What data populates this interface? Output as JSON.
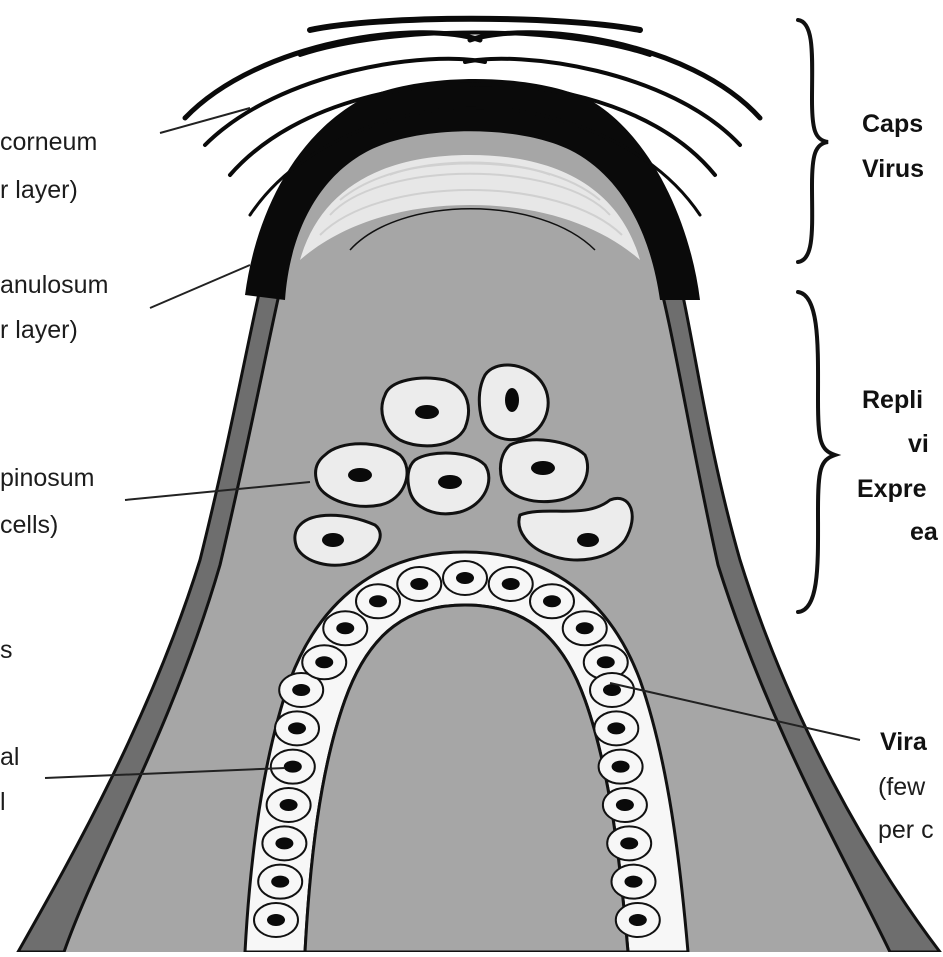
{
  "left_labels": {
    "corneum_1": "corneum",
    "corneum_2": "r layer)",
    "granulosum_1": "anulosum",
    "granulosum_2": "r layer)",
    "spinosum_1": "pinosum",
    "spinosum_2": " cells)",
    "partial_s": "s",
    "basal_1": "al",
    "basal_2": "l"
  },
  "right_labels": {
    "capsid_1": "Caps",
    "capsid_2": "Virus",
    "repl_1": "Repli",
    "repl_2": "vi",
    "repl_3": "Expre",
    "repl_4": "ea",
    "viral_1": "Vira",
    "viral_2": "(few",
    "viral_3": "per c"
  },
  "colors": {
    "background": "#ffffff",
    "dermis": "#a6a6a6",
    "dermis_outer": "#9a9a9a",
    "granular_band": "#6e6e6e",
    "corneum": "#0a0a0a",
    "ink": "#111111",
    "cell_fill": "#ececec",
    "basal_fill": "#f7f7f7"
  }
}
